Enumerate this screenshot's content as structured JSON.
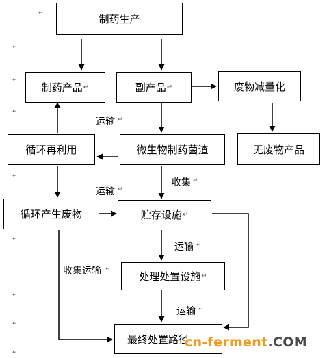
{
  "nodes": {
    "pharma_production": "制药生产",
    "pharma_products": "制药产品",
    "byproducts": "副产品",
    "waste_reduction": "废物减量化",
    "recycling_reuse": "循环再利用",
    "microbial_residue": "微生物制药菌渣",
    "waste_free_products": "无废物产品",
    "recycling_waste": "循环产生废物",
    "storage_facility": "贮存设施",
    "treatment_facility": "处理处置设施",
    "final_disposal": "最终处置路径"
  },
  "edge_labels": {
    "transport_1": "运输",
    "transport_2": "运输",
    "collect_1": "收集",
    "transport_3": "运输",
    "collect_transport": "收集运输",
    "transport_4": "运输"
  },
  "paragraph_mark": "↵",
  "watermark": {
    "left": "cn-ferment",
    "right": ".COM"
  }
}
